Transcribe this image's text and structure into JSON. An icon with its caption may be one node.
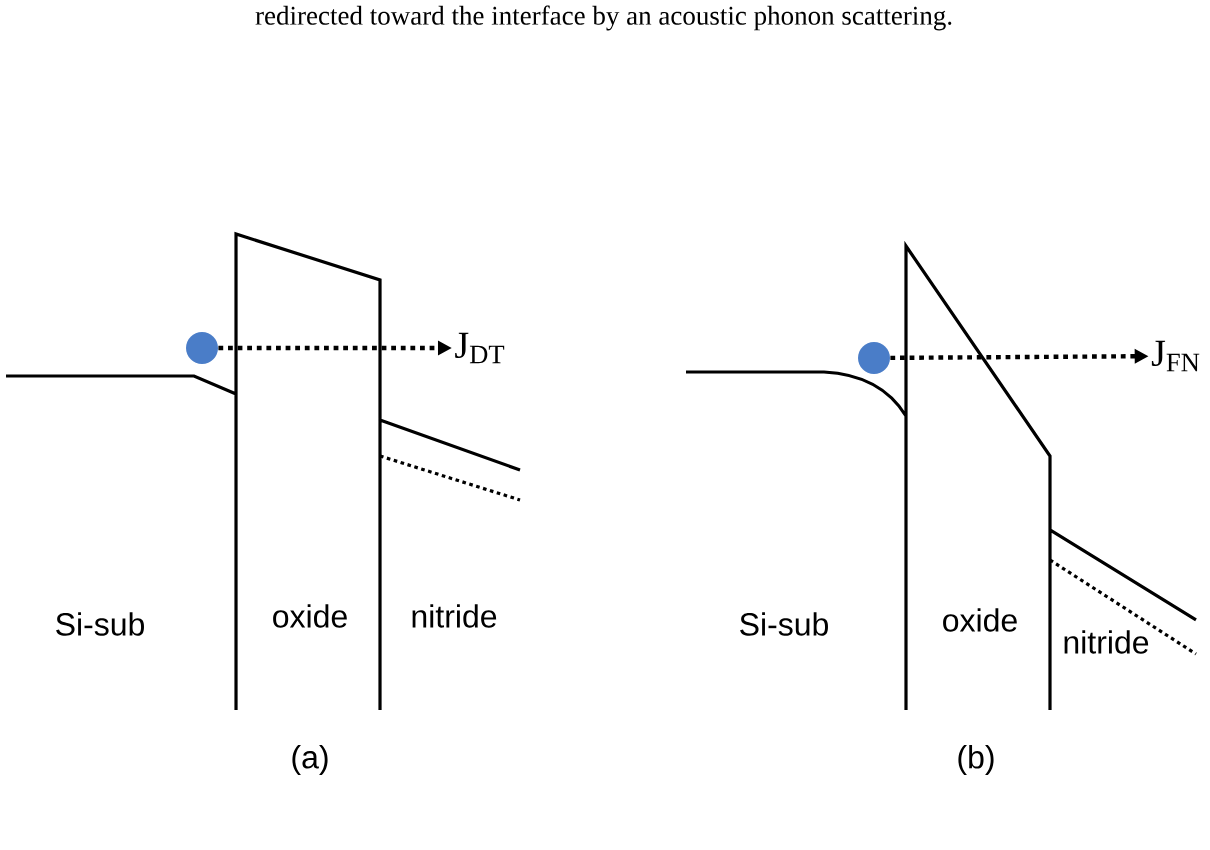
{
  "diagram": {
    "nodes": [
      {
        "text": [],
        "shape": "circle"
      },
      {
        "text": [
          "J$_{DT}$"
        ]
      },
      {
        "text": [],
        "shape": "circle"
      },
      {
        "text": [
          "J$_{FN}$"
        ]
      }
    ],
    "edges": [
      {
        "from": 0,
        "to": 1,
        "arrow": "to",
        "style": "dashed"
      },
      {
        "from": 2,
        "to": 3,
        "arrow": "to",
        "style": "dashed"
      }
    ],
    "labels": [
      "redirected toward the interface by an acoustic phonon scattering.",
      "Si-sub",
      "oxide",
      "nitride",
      "(a)",
      "Si-sub",
      "oxide",
      "nitride",
      "(b)"
    ]
  }
}
